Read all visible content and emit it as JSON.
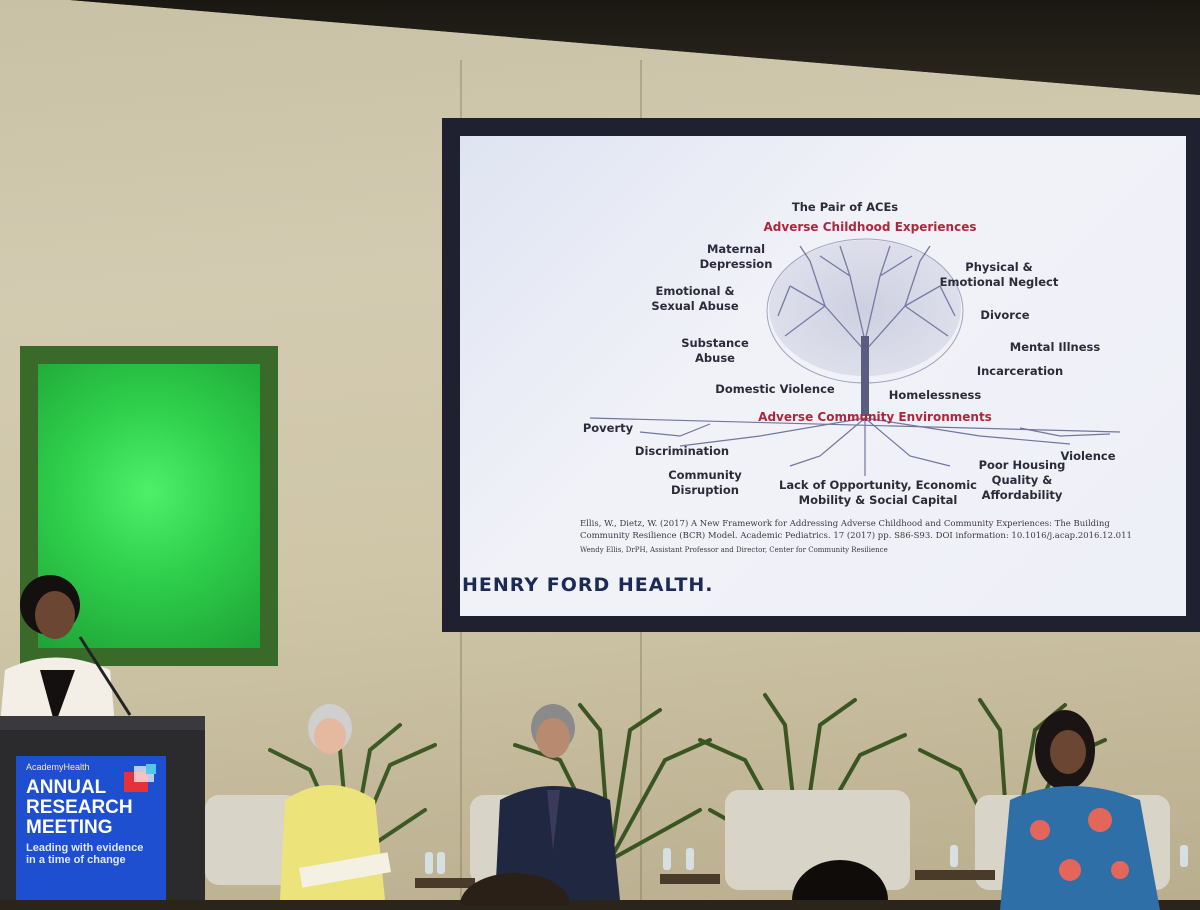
{
  "slide": {
    "title_small": "The Pair of ACEs",
    "title_top": "Adverse Childhood Experiences",
    "leaf_labels": [
      "Maternal\nDepression",
      "Physical &\nEmotional Neglect",
      "Emotional &\nSexual Abuse",
      "Divorce",
      "Mental Illness",
      "Substance\nAbuse",
      "Incarceration",
      "Domestic Violence",
      "Homelessness"
    ],
    "title_bottom": "Adverse Community Environments",
    "root_labels": [
      "Poverty",
      "Discrimination",
      "Violence",
      "Poor Housing\nQuality &\nAffordability",
      "Community\nDisruption",
      "Lack of Opportunity, Economic\nMobility & Social Capital"
    ],
    "citation": "Ellis, W., Dietz, W. (2017) A New Framework for Addressing Adverse Childhood and Community Experiences: The Building Community Resilience (BCR) Model. Academic Pediatrics. 17 (2017) pp. S86-S93. DOI information: 10.1016/j.acap.2016.12.011",
    "author": "Wendy Ellis, DrPH, Assistant Professor and Director, Center for Community Resilience",
    "brand": "HENRY FORD HEALTH."
  },
  "podium_sign": {
    "org": "AcademyHealth",
    "title": "ANNUAL\nRESEARCH\nMEETING",
    "subtitle": "Leading with evidence\nin a time of change"
  },
  "colors": {
    "screen_bg": "#eef0f7",
    "accent_red": "#b0263a",
    "sign_blue": "#1e4fd0",
    "green_glow": "#2fcf4c"
  }
}
